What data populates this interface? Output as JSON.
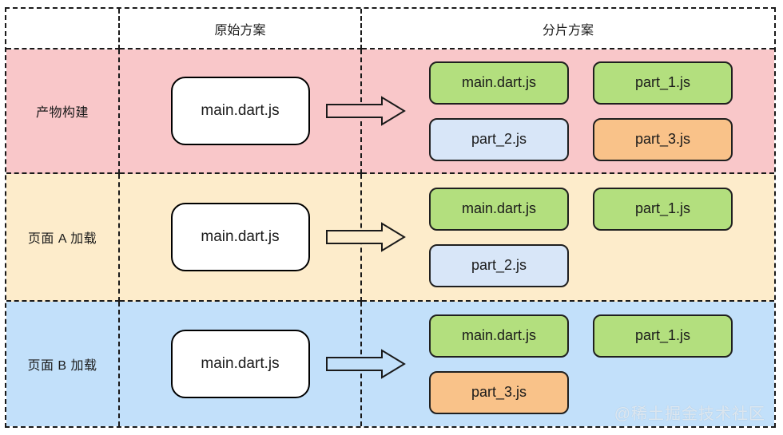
{
  "header": {
    "original_label": "原始方案",
    "sharding_label": "分片方案"
  },
  "colors": {
    "row_pink": "#f9c7c9",
    "row_yellow": "#fdeccb",
    "row_blue": "#c2e0fa",
    "chip_green": "#b3df7e",
    "chip_blue": "#d8e6f8",
    "chip_orange": "#f9c289",
    "border_dark": "#1a1a1a",
    "box_white": "#ffffff"
  },
  "rows": [
    {
      "label": "产物构建",
      "bg": "#f9c7c9",
      "source_box": "main.dart.js",
      "chips": [
        {
          "label": "main.dart.js",
          "color": "#b3df7e"
        },
        {
          "label": "part_1.js",
          "color": "#b3df7e"
        },
        {
          "label": "part_2.js",
          "color": "#d8e6f8"
        },
        {
          "label": "part_3.js",
          "color": "#f9c289"
        }
      ]
    },
    {
      "label": "页面 A 加载",
      "bg": "#fdeccb",
      "source_box": "main.dart.js",
      "chips": [
        {
          "label": "main.dart.js",
          "color": "#b3df7e"
        },
        {
          "label": "part_1.js",
          "color": "#b3df7e"
        },
        {
          "label": "part_2.js",
          "color": "#d8e6f8"
        }
      ]
    },
    {
      "label": "页面 B 加载",
      "bg": "#c2e0fa",
      "source_box": "main.dart.js",
      "chips": [
        {
          "label": "main.dart.js",
          "color": "#b3df7e"
        },
        {
          "label": "part_1.js",
          "color": "#b3df7e"
        },
        {
          "label": "part_3.js",
          "color": "#f9c289"
        }
      ]
    }
  ],
  "watermark": "@稀土掘金技术社区"
}
